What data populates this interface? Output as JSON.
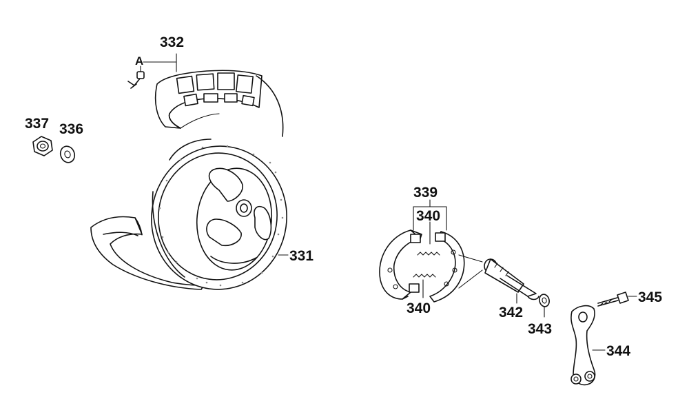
{
  "callouts": {
    "rim": "331",
    "tire": "332",
    "valve": "A",
    "washer": "336",
    "nut": "337",
    "brake_shoe_set": "339",
    "spring_upper": "340",
    "spring_lower": "340",
    "cam_shaft": "342",
    "seal_washer": "343",
    "brake_arm": "344",
    "bolt": "345"
  },
  "colors": {
    "ink": "#111111",
    "background": "#ffffff"
  }
}
